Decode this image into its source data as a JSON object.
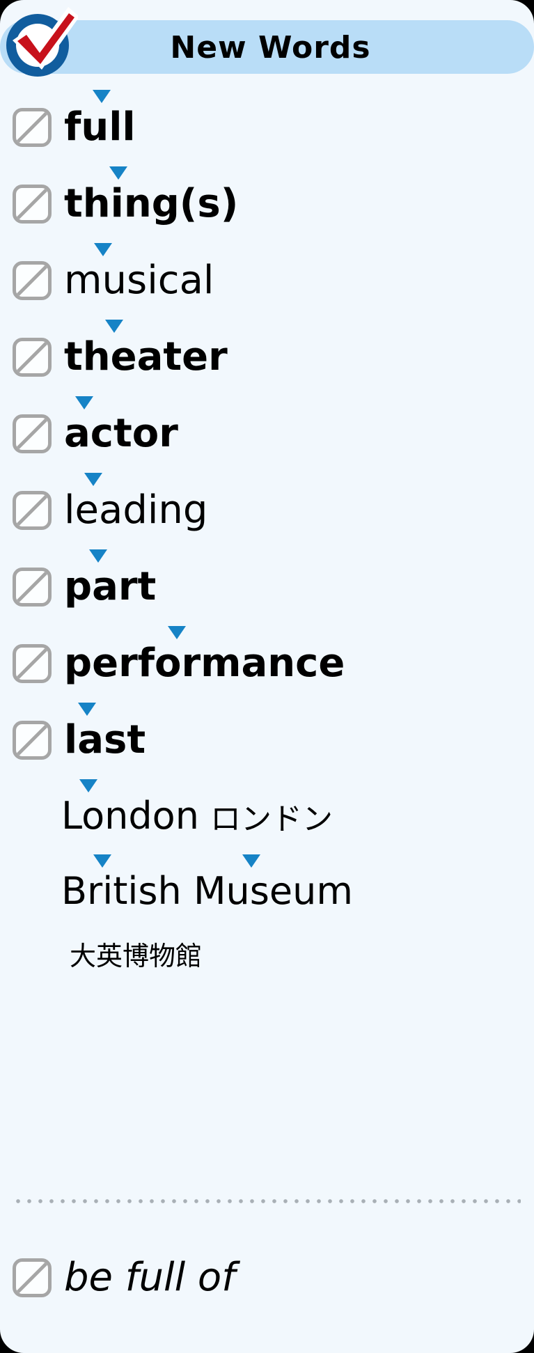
{
  "header": {
    "title": "New Words",
    "badge_icon": "check-mark-badge-icon",
    "bar_color": "#b9ddf7",
    "badge_ring_color": "#115d9e",
    "badge_check_color": "#c7111b"
  },
  "card": {
    "background_color": "#f2f8fd",
    "accent_color": "#1683c6",
    "checkbox_border_color": "#a6a6a6"
  },
  "words": [
    {
      "text": "full",
      "weight": "bold",
      "accent_pct": 40,
      "checkbox": true
    },
    {
      "text": "thing(s)",
      "weight": "bold",
      "accent_pct": 26,
      "checkbox": true
    },
    {
      "text": "musical",
      "weight": "light",
      "accent_pct": 20,
      "checkbox": true
    },
    {
      "text": "theater",
      "weight": "bold",
      "accent_pct": 25,
      "checkbox": true
    },
    {
      "text": "actor",
      "weight": "bold",
      "accent_pct": 10,
      "checkbox": true
    },
    {
      "text": "leading",
      "weight": "light",
      "accent_pct": 14,
      "checkbox": true
    },
    {
      "text": "part",
      "weight": "bold",
      "accent_pct": 27,
      "checkbox": true
    },
    {
      "text": "performance",
      "weight": "bold",
      "accent_pct": 37,
      "checkbox": true
    },
    {
      "text": "last",
      "weight": "bold",
      "accent_pct": 17,
      "checkbox": true
    }
  ],
  "proper_nouns": [
    {
      "text": "London",
      "accents": [
        13
      ],
      "japanese_inline": "ロンドン",
      "japanese_below": ""
    },
    {
      "text": "British Museum",
      "accents": [
        11,
        62
      ],
      "japanese_inline": "",
      "japanese_below": "大英博物館"
    }
  ],
  "divider": {
    "style": "dotted",
    "color": "#a9b0b6"
  },
  "phrases": [
    {
      "text": "be full of",
      "weight": "italic",
      "checkbox": true
    }
  ]
}
